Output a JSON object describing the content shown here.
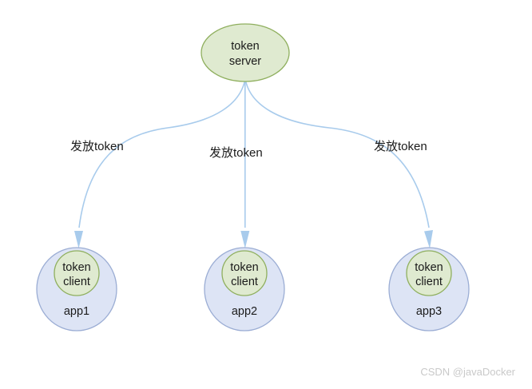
{
  "diagram": {
    "title_node": {
      "name": "token-server",
      "line1": "token",
      "line2": "server",
      "fill": "#dfead0",
      "stroke": "#8faf5e"
    },
    "edges": [
      {
        "id": "edge-app1",
        "label": "发放token"
      },
      {
        "id": "edge-app2",
        "label": "发放token"
      },
      {
        "id": "edge-app3",
        "label": "发放token"
      }
    ],
    "apps": [
      {
        "id": "app1",
        "app_label": "app1",
        "client_line1": "token",
        "client_line2": "client"
      },
      {
        "id": "app2",
        "app_label": "app2",
        "client_line1": "token",
        "client_line2": "client"
      },
      {
        "id": "app3",
        "app_label": "app3",
        "client_line1": "token",
        "client_line2": "client"
      }
    ],
    "colors": {
      "green_fill": "#dfead0",
      "green_stroke": "#8faf5e",
      "blue_fill": "#dde4f5",
      "blue_stroke": "#9badd4",
      "edge_line": "#a8cbec",
      "background": "#ffffff"
    }
  },
  "watermark": {
    "text": "CSDN @javaDocker"
  }
}
